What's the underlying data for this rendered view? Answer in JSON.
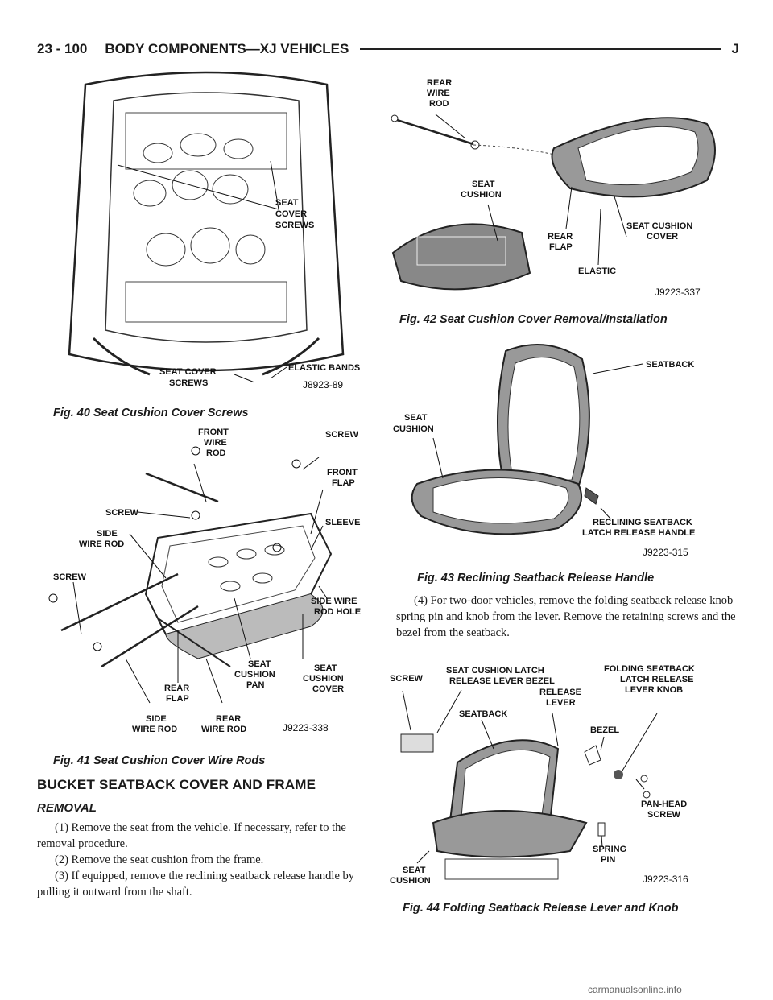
{
  "header": {
    "page_number": "23 - 100",
    "title": "BODY COMPONENTS—XJ VEHICLES",
    "vehicle_code": "J"
  },
  "fig40": {
    "caption": "Fig. 40 Seat Cushion Cover Screws",
    "code": "J8923-89",
    "labels": {
      "seat_cover_screws_1": "SEAT",
      "seat_cover_screws_2": "COVER",
      "seat_cover_screws_3": "SCREWS",
      "bottom_screws_1": "SEAT COVER",
      "bottom_screws_2": "SCREWS",
      "elastic_bands": "ELASTIC BANDS"
    }
  },
  "fig41": {
    "caption": "Fig. 41 Seat Cushion Cover Wire Rods",
    "code": "J9223-338",
    "labels": {
      "front_wire_rod_1": "FRONT",
      "front_wire_rod_2": "WIRE",
      "front_wire_rod_3": "ROD",
      "screw_top": "SCREW",
      "front_flap_1": "FRONT",
      "front_flap_2": "FLAP",
      "screw_mid": "SCREW",
      "sleeve": "SLEEVE",
      "side_wire_rod_1": "SIDE",
      "side_wire_rod_2": "WIRE ROD",
      "screw_left": "SCREW",
      "side_wire_rod_hole_1": "SIDE WIRE",
      "side_wire_rod_hole_2": "ROD HOLE",
      "seat_cushion_pan_1": "SEAT",
      "seat_cushion_pan_2": "CUSHION",
      "seat_cushion_pan_3": "PAN",
      "rear_flap_1": "REAR",
      "rear_flap_2": "FLAP",
      "seat_cushion_cover_1": "SEAT",
      "seat_cushion_cover_2": "CUSHION",
      "seat_cushion_cover_3": "COVER",
      "side_wire_rod_bottom_1": "SIDE",
      "side_wire_rod_bottom_2": "WIRE ROD",
      "rear_wire_rod_1": "REAR",
      "rear_wire_rod_2": "WIRE ROD"
    }
  },
  "fig42": {
    "caption": "Fig. 42 Seat Cushion Cover Removal/Installation",
    "code": "J9223-337",
    "labels": {
      "rear_wire_rod_1": "REAR",
      "rear_wire_rod_2": "WIRE",
      "rear_wire_rod_3": "ROD",
      "seat_cushion_1": "SEAT",
      "seat_cushion_2": "CUSHION",
      "rear_flap_1": "REAR",
      "rear_flap_2": "FLAP",
      "seat_cushion_cover_1": "SEAT CUSHION",
      "seat_cushion_cover_2": "COVER",
      "elastic": "ELASTIC"
    }
  },
  "fig43": {
    "caption": "Fig. 43 Reclining Seatback Release Handle",
    "code": "J9223-315",
    "labels": {
      "seatback": "SEATBACK",
      "seat_cushion_1": "SEAT",
      "seat_cushion_2": "CUSHION",
      "handle_1": "RECLINING SEATBACK",
      "handle_2": "LATCH RELEASE HANDLE"
    }
  },
  "fig44": {
    "caption": "Fig. 44 Folding Seatback Release Lever and Knob",
    "code": "J9223-316",
    "labels": {
      "screw": "SCREW",
      "bezel_latch_1": "SEAT CUSHION LATCH",
      "bezel_latch_2": "RELEASE LEVER BEZEL",
      "knob_1": "FOLDING SEATBACK",
      "knob_2": "LATCH RELEASE",
      "knob_3": "LEVER KNOB",
      "release_lever_1": "RELEASE",
      "release_lever_2": "LEVER",
      "seatback": "SEATBACK",
      "bezel": "BEZEL",
      "pan_head_1": "PAN-HEAD",
      "pan_head_2": "SCREW",
      "spring_pin_1": "SPRING",
      "spring_pin_2": "PIN",
      "seat_cushion_1": "SEAT",
      "seat_cushion_2": "CUSHION"
    }
  },
  "section_title": "BUCKET SEATBACK COVER AND FRAME",
  "subsection_title": "REMOVAL",
  "left_paragraphs": [
    "(1) Remove the seat from the vehicle. If necessary, refer to the removal procedure.",
    "(2) Remove the seat cushion from the frame.",
    "(3) If equipped, remove the reclining seatback release handle by pulling it outward from the shaft."
  ],
  "right_paragraph": "(4) For two-door vehicles, remove the folding seatback release knob spring pin and knob from the lever. Remove the retaining screws and the bezel from the seatback.",
  "footer": "carmanualsonline.info"
}
